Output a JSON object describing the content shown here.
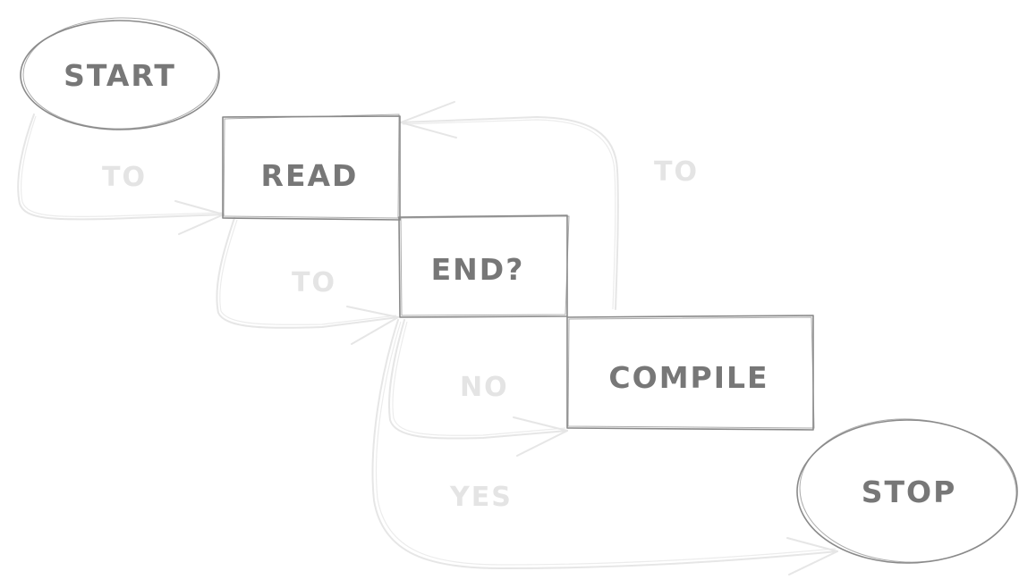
{
  "diagram": {
    "type": "flowchart",
    "style": "hand-drawn sketch",
    "colors": {
      "node_stroke": "#8a8a8a",
      "node_text": "#777777",
      "edge_stroke": "#e6e6e6",
      "edge_text": "#e4e4e4",
      "background": "#ffffff"
    },
    "nodes": [
      {
        "id": "start",
        "shape": "ellipse",
        "label": "START"
      },
      {
        "id": "read",
        "shape": "rectangle",
        "label": "READ"
      },
      {
        "id": "end",
        "shape": "rectangle",
        "label": "END?"
      },
      {
        "id": "compile",
        "shape": "rectangle",
        "label": "COMPILE"
      },
      {
        "id": "stop",
        "shape": "ellipse",
        "label": "STOP"
      }
    ],
    "edges": [
      {
        "from": "start",
        "to": "read",
        "label": "TO"
      },
      {
        "from": "read",
        "to": "end",
        "label": "TO"
      },
      {
        "from": "end",
        "to": "compile",
        "label": "NO"
      },
      {
        "from": "compile",
        "to": "read",
        "label": "TO"
      },
      {
        "from": "end",
        "to": "stop",
        "label": "YES"
      }
    ]
  }
}
